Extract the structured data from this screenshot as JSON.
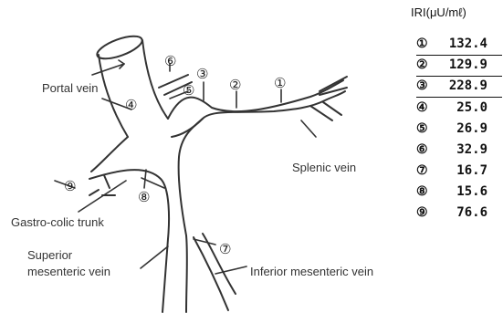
{
  "labels": {
    "portal_vein": "Portal vein",
    "splenic_vein": "Splenic vein",
    "gastro_colic_trunk": "Gastro-colic trunk",
    "superior_mesenteric_vein_line1": "Superior",
    "superior_mesenteric_vein_line2": "mesenteric vein",
    "inferior_mesenteric_vein": "Inferior mesenteric vein"
  },
  "legend": {
    "title": "IRI(μU/mℓ)",
    "rows": [
      {
        "marker": "①",
        "value": "132.4",
        "underlined": true
      },
      {
        "marker": "②",
        "value": "129.9",
        "underlined": true
      },
      {
        "marker": "③",
        "value": "228.9",
        "underlined": true
      },
      {
        "marker": "④",
        "value": "25.0",
        "underlined": false
      },
      {
        "marker": "⑤",
        "value": "26.9",
        "underlined": false
      },
      {
        "marker": "⑥",
        "value": "32.9",
        "underlined": false
      },
      {
        "marker": "⑦",
        "value": "16.7",
        "underlined": false
      },
      {
        "marker": "⑧",
        "value": "15.6",
        "underlined": false
      },
      {
        "marker": "⑨",
        "value": "76.6",
        "underlined": false
      }
    ]
  },
  "site_markers": [
    "①",
    "②",
    "③",
    "④",
    "⑤",
    "⑥",
    "⑦",
    "⑧",
    "⑨"
  ],
  "colors": {
    "line": "#333333",
    "text": "#111111",
    "background": "#ffffff"
  }
}
